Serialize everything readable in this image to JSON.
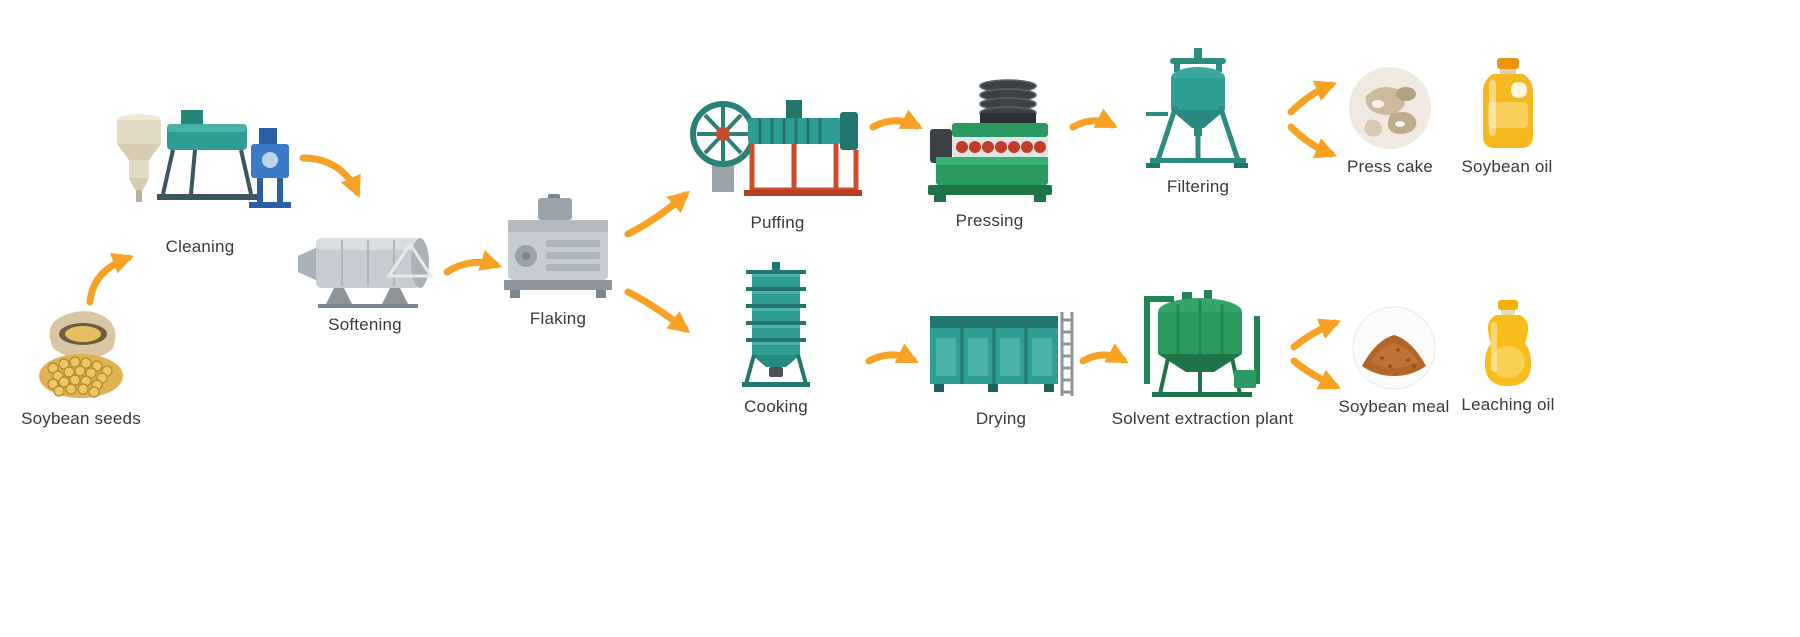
{
  "flow": {
    "stages": [
      {
        "id": "soybean-seeds",
        "label": "Soybean seeds",
        "type": "input"
      },
      {
        "id": "cleaning",
        "label": "Cleaning",
        "type": "process"
      },
      {
        "id": "softening",
        "label": "Softening",
        "type": "process"
      },
      {
        "id": "flaking",
        "label": "Flaking",
        "type": "process"
      },
      {
        "id": "puffing",
        "label": "Puffing",
        "type": "process"
      },
      {
        "id": "pressing",
        "label": "Pressing",
        "type": "process"
      },
      {
        "id": "filtering",
        "label": "Filtering",
        "type": "process"
      },
      {
        "id": "press-cake",
        "label": "Press cake",
        "type": "output"
      },
      {
        "id": "soybean-oil",
        "label": "Soybean oil",
        "type": "output"
      },
      {
        "id": "cooking",
        "label": "Cooking",
        "type": "process"
      },
      {
        "id": "drying",
        "label": "Drying",
        "type": "process"
      },
      {
        "id": "solvent-extraction",
        "label": "Solvent extraction plant",
        "type": "process"
      },
      {
        "id": "soybean-meal",
        "label": "Soybean meal",
        "type": "output"
      },
      {
        "id": "leaching-oil",
        "label": "Leaching oil",
        "type": "output"
      }
    ],
    "edges": [
      [
        "Soybean seeds",
        "Cleaning"
      ],
      [
        "Cleaning",
        "Softening"
      ],
      [
        "Softening",
        "Flaking"
      ],
      [
        "Flaking",
        "Puffing"
      ],
      [
        "Flaking",
        "Cooking"
      ],
      [
        "Puffing",
        "Pressing"
      ],
      [
        "Pressing",
        "Filtering"
      ],
      [
        "Filtering",
        "Press cake"
      ],
      [
        "Filtering",
        "Soybean oil"
      ],
      [
        "Cooking",
        "Drying"
      ],
      [
        "Drying",
        "Solvent extraction plant"
      ],
      [
        "Solvent extraction plant",
        "Soybean meal"
      ],
      [
        "Solvent extraction plant",
        "Leaching oil"
      ]
    ]
  },
  "colors": {
    "arrow": "#f7a224",
    "teal_machine": "#2f9e92",
    "green_machine": "#2a9a60",
    "gray_machine": "#c6ccd1",
    "red_frame": "#cf4b2b",
    "blue_machine": "#3a7bc8",
    "oil_yellow": "#f5b81e",
    "label_text": "#3a3a3a",
    "background": "#ffffff"
  }
}
